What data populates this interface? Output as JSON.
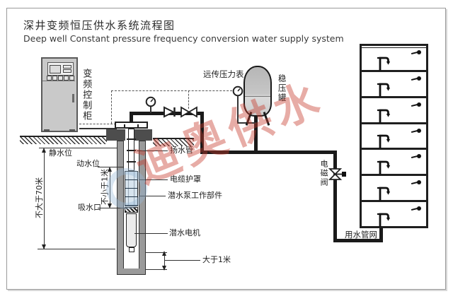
{
  "header": {
    "title_zh": "深井变频恒压供水系统流程图",
    "title_en": "Deep well Constant pressure frequency conversion water supply system"
  },
  "cabinet": {
    "label": "变频控制柜"
  },
  "pipeline": {
    "remote_gauge_label": "远传压力表",
    "tank_label": "稳压罐",
    "solenoid_valve_label": "电磁阀"
  },
  "well": {
    "riser_label": "扬水管",
    "cable_guard_label": "电缆护罩",
    "pump_parts_label": "潜水泵工作部件",
    "motor_label": "潜水电机",
    "static_level_label": "静水位",
    "dynamic_level_label": "动水位",
    "suction_inlet_label": "吸水口"
  },
  "dimensions": {
    "max_depth": "不大于70米",
    "min_submergence": "不小于1米",
    "bottom_clearance": "大于1米"
  },
  "building": {
    "label": "用水管网",
    "floors": 7
  },
  "watermark": {
    "text": "迪奥供水"
  },
  "colors": {
    "pipe": "#1a1a1a",
    "watermark_red": "#c5392c",
    "tank_fill": "#c2c2c2",
    "cabinet_fill": "#c9c9c9",
    "pump_blue": "#d7e4ee"
  }
}
